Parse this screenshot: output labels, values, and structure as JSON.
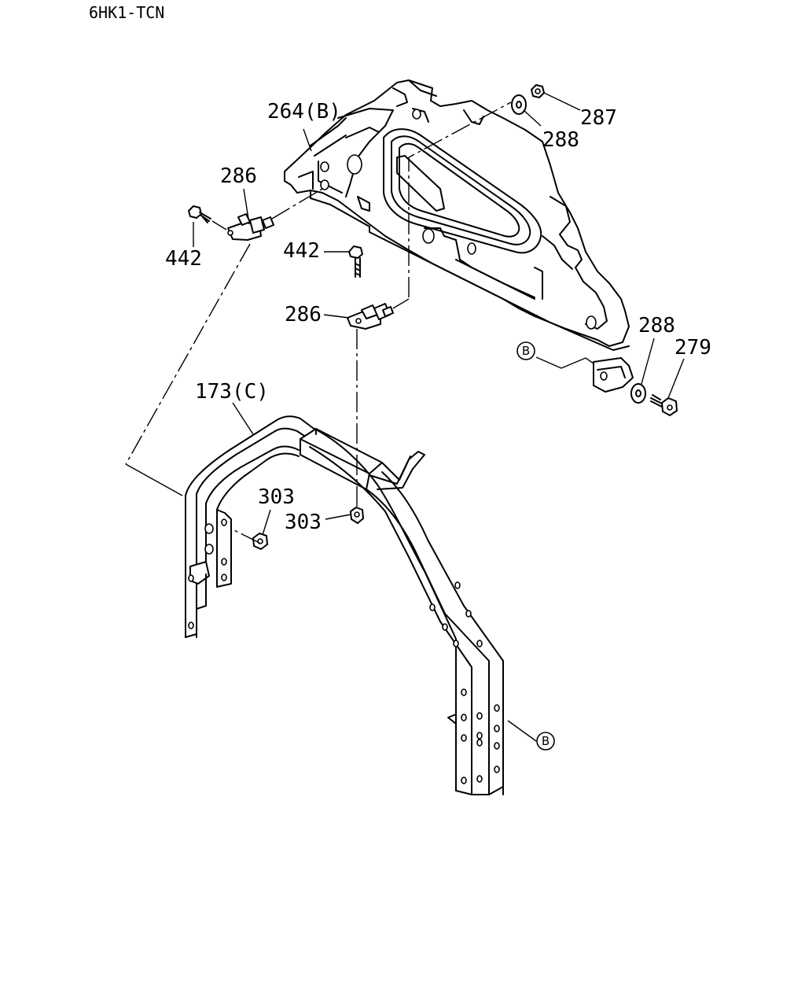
{
  "header": {
    "model_code": "6HK1-TCN"
  },
  "callouts": {
    "c264": "264(B)",
    "c286a": "286",
    "c442a": "442",
    "c442b": "442",
    "c286b": "286",
    "c287": "287",
    "c288a": "288",
    "c288b": "288",
    "c279": "279",
    "c173": "173(C)",
    "c303a": "303",
    "c303b": "303"
  },
  "refs": {
    "b_upper": "B",
    "b_lower": "B"
  }
}
